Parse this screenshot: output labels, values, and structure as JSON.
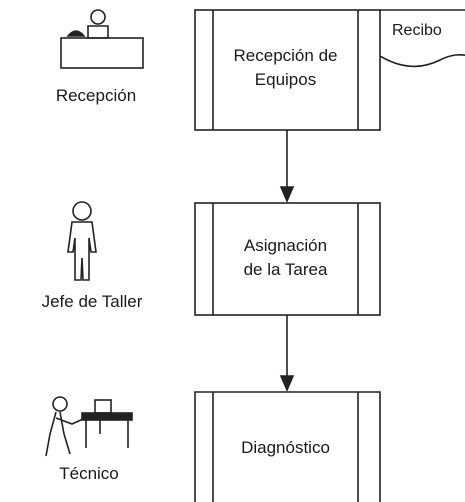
{
  "roles": [
    {
      "label": "Recepción"
    },
    {
      "label": "Jefe de Taller"
    },
    {
      "label": "Técnico"
    }
  ],
  "processes": [
    {
      "line1": "Recepción de",
      "line2": "Equipos"
    },
    {
      "line1": "Asignación",
      "line2": "de la Tarea"
    },
    {
      "line1": "Diagnóstico",
      "line2": ""
    }
  ],
  "document": {
    "label": "Recibo"
  }
}
